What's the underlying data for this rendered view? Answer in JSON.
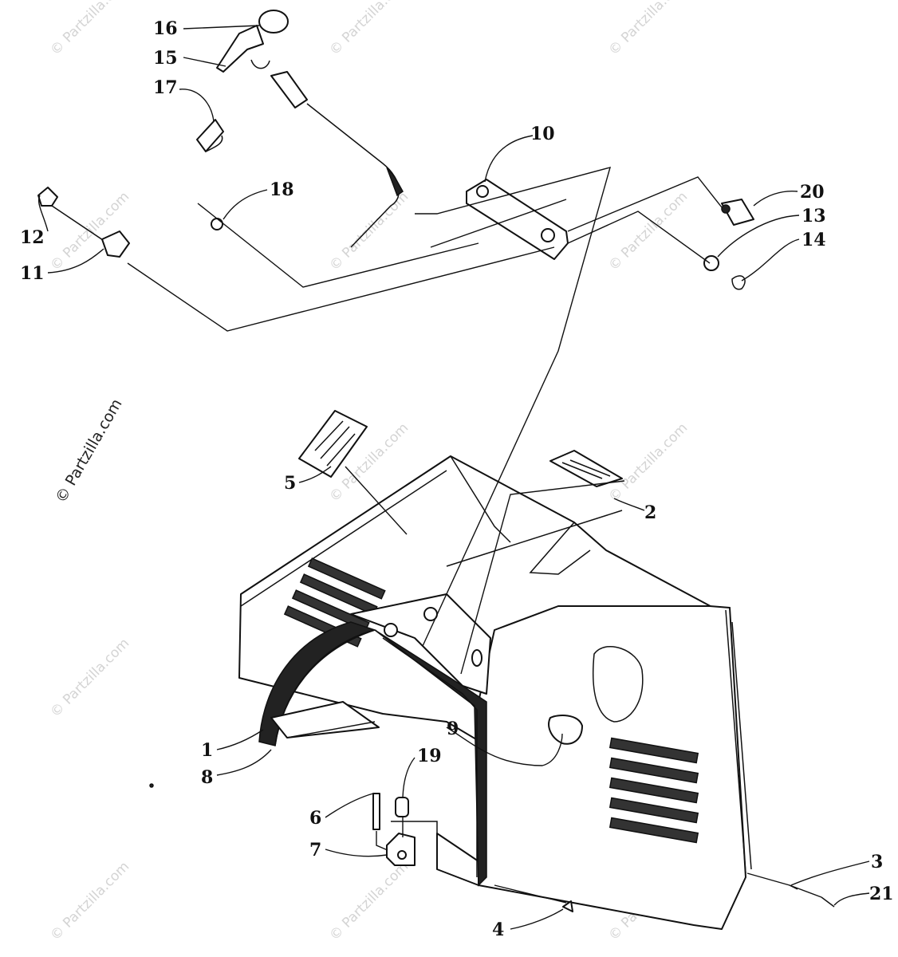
{
  "callouts": {
    "c1": "1",
    "c2": "2",
    "c3": "3",
    "c4": "4",
    "c5": "5",
    "c6": "6",
    "c7": "7",
    "c8": "8",
    "c9": "9",
    "c10": "10",
    "c11": "11",
    "c12": "12",
    "c13": "13",
    "c14": "14",
    "c15": "15",
    "c16": "16",
    "c17": "17",
    "c18": "18",
    "c19": "19",
    "c20": "20",
    "c21": "21"
  },
  "watermark": {
    "text": "© Partzilla.com"
  }
}
